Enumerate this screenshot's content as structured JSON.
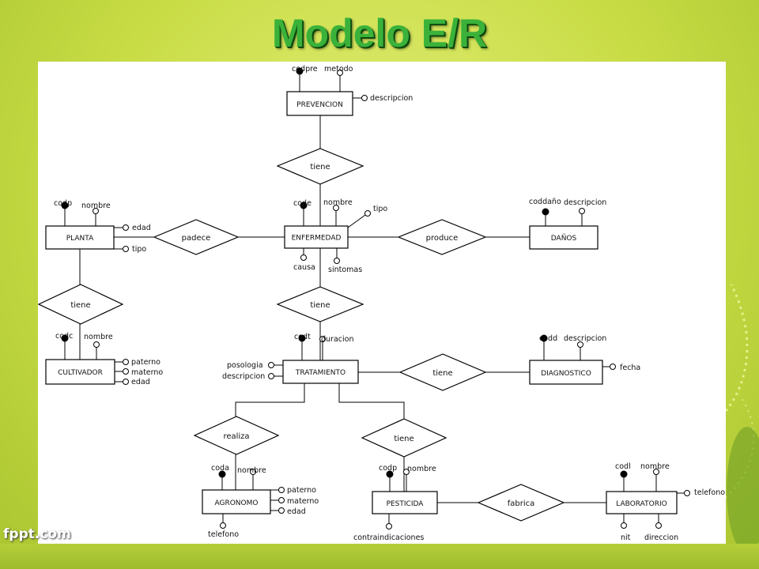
{
  "title": "Modelo E/R",
  "footer_brand": "fppt.com",
  "colors": {
    "title_green": "#3ab23a",
    "background_lime": "#c8dc45",
    "panel": "#ffffff"
  },
  "entities": {
    "prevencion": "PREVENCION",
    "planta": "PLANTA",
    "enfermedad": "ENFERMEDAD",
    "danos": "DAÑOS",
    "cultivador": "CULTIVADOR",
    "tratamiento": "TRATAMIENTO",
    "diagnostico": "DIAGNOSTICO",
    "agronomo": "AGRONOMO",
    "pesticida": "PESTICIDA",
    "laboratorio": "LABORATORIO"
  },
  "relationships": {
    "tiene_prev": "tiene",
    "padece": "padece",
    "produce": "produce",
    "tiene_cult": "tiene",
    "tiene_trat": "tiene",
    "tiene_diag": "tiene",
    "realiza": "realiza",
    "tiene_pest": "tiene",
    "fabrica": "fabrica"
  },
  "attributes": {
    "codpre": "codpre",
    "metodo": "metodo",
    "prev_descripcion": "descripcion",
    "codp": "codp",
    "planta_nombre": "nombre",
    "planta_edad": "edad",
    "planta_tipo": "tipo",
    "code": "code",
    "enf_nombre": "nombre",
    "enf_tipo": "tipo",
    "causa": "causa",
    "sintomas": "sintomas",
    "coddano": "coddaño",
    "danos_descripcion": "descripcion",
    "codc": "codc",
    "cult_nombre": "nombre",
    "cult_paterno": "paterno",
    "cult_materno": "materno",
    "cult_edad": "edad",
    "codt": "codt",
    "duracion": "duracion",
    "posologia": "posologia",
    "trat_descripcion": "descripcion",
    "codd": "codd",
    "diag_descripcion": "descripcion",
    "fecha": "fecha",
    "coda": "coda",
    "agro_nombre": "nombre",
    "agro_paterno": "paterno",
    "agro_materno": "materno",
    "agro_edad": "edad",
    "agro_telefono": "telefono",
    "pest_codp": "codp",
    "pest_nombre": "nombre",
    "contraindicaciones": "contraindicaciones",
    "codl": "codl",
    "lab_nombre": "nombre",
    "lab_telefono": "telefono",
    "nit": "nit",
    "direccion": "direccion"
  },
  "icons": {
    "key_attribute": "filled-dot-icon",
    "attribute": "hollow-dot-icon"
  }
}
